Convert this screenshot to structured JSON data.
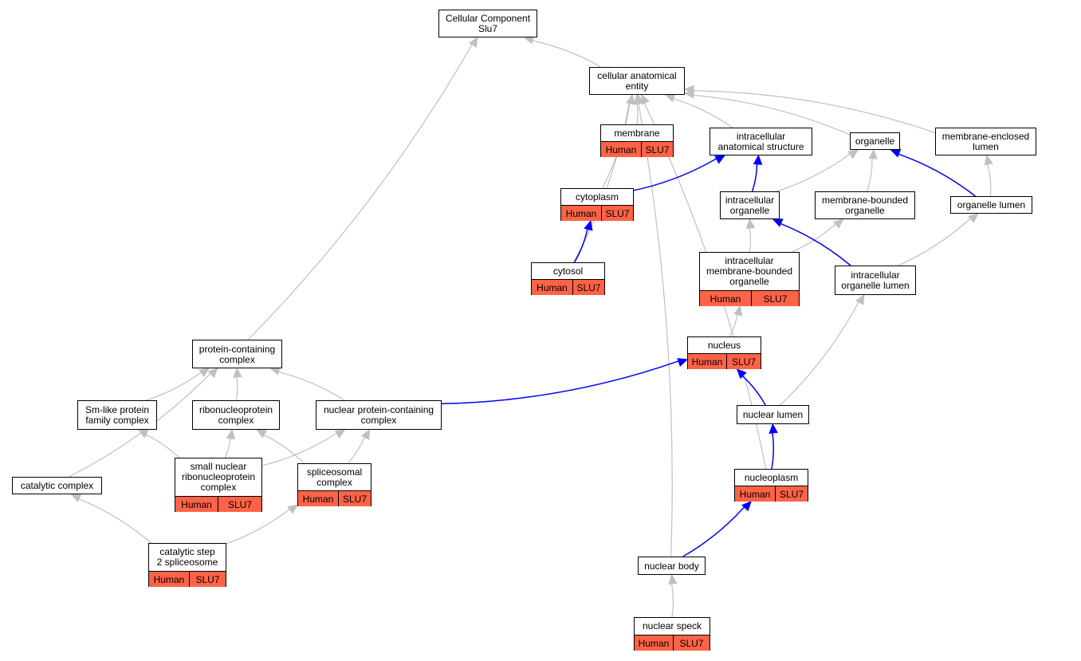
{
  "colors": {
    "annotation_fill": "#ff6347",
    "inferred_edge": "#c0c0c0",
    "highlighted_edge": "#0000ff"
  },
  "nodes": [
    {
      "id": "root",
      "label": "Cellular Component\nSlu7"
    },
    {
      "id": "cae",
      "label": "cellular anatomical\nentity"
    },
    {
      "id": "membrane",
      "label": "membrane",
      "annotations": [
        "Human",
        "SLU7"
      ]
    },
    {
      "id": "ias",
      "label": "intracellular\nanatomical structure"
    },
    {
      "id": "organelle",
      "label": "organelle"
    },
    {
      "id": "mel",
      "label": "membrane-enclosed\nlumen"
    },
    {
      "id": "cytoplasm",
      "label": "cytoplasm",
      "annotations": [
        "Human",
        "SLU7"
      ]
    },
    {
      "id": "io",
      "label": "intracellular\norganelle"
    },
    {
      "id": "mbo",
      "label": "membrane-bounded\norganelle"
    },
    {
      "id": "ol",
      "label": "organelle lumen"
    },
    {
      "id": "cytosol",
      "label": "cytosol",
      "annotations": [
        "Human",
        "SLU7"
      ]
    },
    {
      "id": "imbo",
      "label": "intracellular\nmembrane-bounded\norganelle",
      "annotations": [
        "Human",
        "SLU7"
      ]
    },
    {
      "id": "iol",
      "label": "intracellular\norganelle lumen"
    },
    {
      "id": "nucleus",
      "label": "nucleus",
      "annotations": [
        "Human",
        "SLU7"
      ]
    },
    {
      "id": "pcc",
      "label": "protein-containing\ncomplex"
    },
    {
      "id": "smlike",
      "label": "Sm-like protein\nfamily complex"
    },
    {
      "id": "rnp",
      "label": "ribonucleoprotein\ncomplex"
    },
    {
      "id": "npcc",
      "label": "nuclear protein-containing\ncomplex"
    },
    {
      "id": "nl",
      "label": "nuclear lumen"
    },
    {
      "id": "snrnp",
      "label": "small nuclear\nribonucleoprotein\ncomplex",
      "annotations": [
        "Human",
        "SLU7"
      ]
    },
    {
      "id": "spliceo",
      "label": "spliceosomal\ncomplex",
      "annotations": [
        "Human",
        "SLU7"
      ]
    },
    {
      "id": "catalytic",
      "label": "catalytic complex"
    },
    {
      "id": "nucleoplasm",
      "label": "nucleoplasm",
      "annotations": [
        "Human",
        "SLU7"
      ]
    },
    {
      "id": "cs2",
      "label": "catalytic step\n2 spliceosome",
      "annotations": [
        "Human",
        "SLU7"
      ]
    },
    {
      "id": "nbody",
      "label": "nuclear body"
    },
    {
      "id": "nspeck",
      "label": "nuclear speck",
      "annotations": [
        "Human",
        "SLU7"
      ]
    }
  ],
  "edges": [
    {
      "from": "cae",
      "to": "root",
      "style": "gray"
    },
    {
      "from": "pcc",
      "to": "root",
      "style": "gray"
    },
    {
      "from": "membrane",
      "to": "cae",
      "style": "gray"
    },
    {
      "from": "ias",
      "to": "cae",
      "style": "gray"
    },
    {
      "from": "organelle",
      "to": "cae",
      "style": "gray"
    },
    {
      "from": "mel",
      "to": "cae",
      "style": "gray"
    },
    {
      "from": "cytoplasm",
      "to": "cae",
      "style": "gray"
    },
    {
      "from": "cytosol",
      "to": "cae",
      "style": "gray"
    },
    {
      "from": "nbody",
      "to": "cae",
      "style": "gray"
    },
    {
      "from": "nucleoplasm",
      "to": "cae",
      "style": "gray"
    },
    {
      "from": "cytoplasm",
      "to": "ias",
      "style": "blue"
    },
    {
      "from": "io",
      "to": "ias",
      "style": "blue"
    },
    {
      "from": "io",
      "to": "organelle",
      "style": "gray"
    },
    {
      "from": "mbo",
      "to": "organelle",
      "style": "gray"
    },
    {
      "from": "ol",
      "to": "organelle",
      "style": "blue"
    },
    {
      "from": "ol",
      "to": "mel",
      "style": "gray"
    },
    {
      "from": "cytosol",
      "to": "cytoplasm",
      "style": "blue"
    },
    {
      "from": "imbo",
      "to": "io",
      "style": "gray"
    },
    {
      "from": "imbo",
      "to": "mbo",
      "style": "gray"
    },
    {
      "from": "iol",
      "to": "io",
      "style": "blue"
    },
    {
      "from": "iol",
      "to": "ol",
      "style": "gray"
    },
    {
      "from": "nucleus",
      "to": "imbo",
      "style": "gray"
    },
    {
      "from": "nl",
      "to": "nucleus",
      "style": "blue"
    },
    {
      "from": "nl",
      "to": "iol",
      "style": "gray"
    },
    {
      "from": "npcc",
      "to": "nucleus",
      "style": "blue"
    },
    {
      "from": "smlike",
      "to": "pcc",
      "style": "gray"
    },
    {
      "from": "rnp",
      "to": "pcc",
      "style": "gray"
    },
    {
      "from": "npcc",
      "to": "pcc",
      "style": "gray"
    },
    {
      "from": "catalytic",
      "to": "pcc",
      "style": "gray"
    },
    {
      "from": "snrnp",
      "to": "smlike",
      "style": "gray"
    },
    {
      "from": "snrnp",
      "to": "rnp",
      "style": "gray"
    },
    {
      "from": "snrnp",
      "to": "npcc",
      "style": "gray"
    },
    {
      "from": "spliceo",
      "to": "rnp",
      "style": "gray"
    },
    {
      "from": "spliceo",
      "to": "npcc",
      "style": "gray"
    },
    {
      "from": "cs2",
      "to": "catalytic",
      "style": "gray"
    },
    {
      "from": "cs2",
      "to": "spliceo",
      "style": "gray"
    },
    {
      "from": "nucleoplasm",
      "to": "nl",
      "style": "blue"
    },
    {
      "from": "nbody",
      "to": "nucleoplasm",
      "style": "blue"
    },
    {
      "from": "nspeck",
      "to": "nbody",
      "style": "gray"
    }
  ]
}
